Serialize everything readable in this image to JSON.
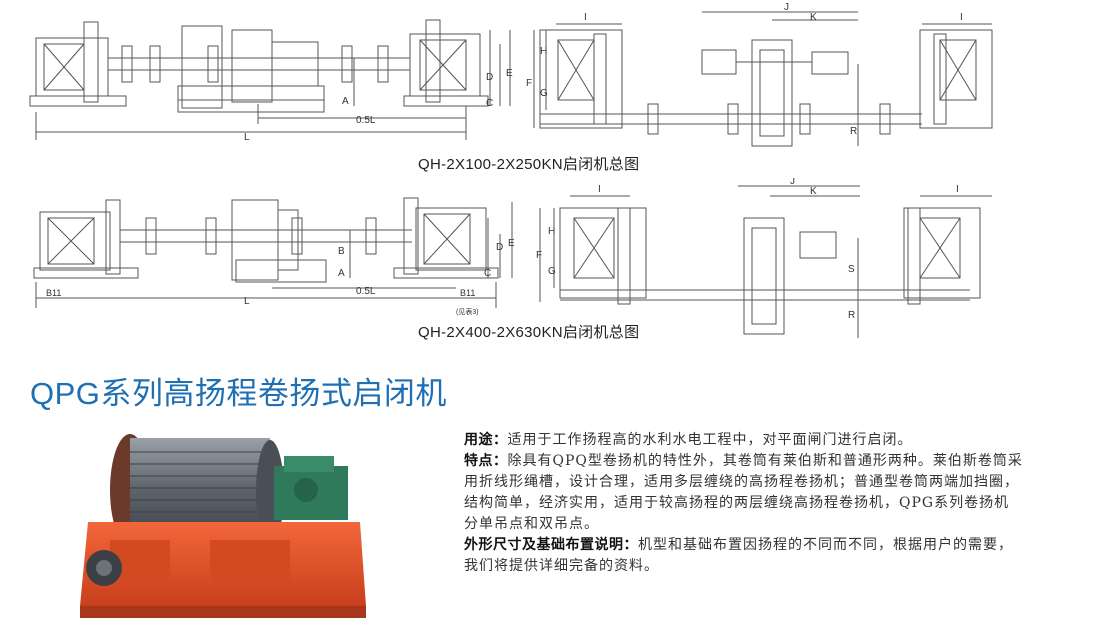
{
  "drawing1": {
    "caption": "QH-2X100-2X250KN启闭机总图",
    "labels": {
      "L": "L",
      "half_L": "0.5L",
      "A": "A",
      "C": "C",
      "D": "D",
      "E": "E",
      "F": "F",
      "G": "G",
      "H": "H",
      "I": "I",
      "J": "J",
      "K": "K",
      "R": "R"
    }
  },
  "drawing2": {
    "caption": "QH-2X400-2X630KN启闭机总图",
    "labels": {
      "L": "L",
      "half_L": "0.5L",
      "A": "A",
      "B": "B",
      "C": "C",
      "D": "D",
      "E": "E",
      "F": "F",
      "G": "G",
      "H": "H",
      "I": "I",
      "J": "J",
      "K": "K",
      "R": "R",
      "S": "S",
      "B11_left": "B11",
      "B11_right": "B11",
      "see_table": "(见表3)"
    }
  },
  "section": {
    "title": "QPG系列高扬程卷扬式启闭机",
    "usage_label": "用途：",
    "usage_text": "适用于工作扬程高的水利水电工程中，对平面闸门进行启闭。",
    "features_label": "特点：",
    "features_text": "除具有QPQ型卷扬机的特性外，其卷筒有莱伯斯和普通形两种。莱伯斯卷筒采用折线形绳槽，设计合理，适用多层缠绕的高扬程卷扬机；普通型卷筒两端加挡圈，结构简单，经济实用，适用于较高扬程的两层缠绕高扬程卷扬机，QPG系列卷扬机分单吊点和双吊点。",
    "dims_label": "外形尺寸及基础布置说明：",
    "dims_text": "机型和基础布置因扬程的不同而不同，根据用户的需要，我们将提供详细完备的资料。"
  },
  "colors": {
    "heading": "#1f6fb4",
    "frame_red": "#e8532a",
    "gear_green": "#2f7a5a",
    "drum_gray": "#7a7f88",
    "line": "#555555"
  }
}
